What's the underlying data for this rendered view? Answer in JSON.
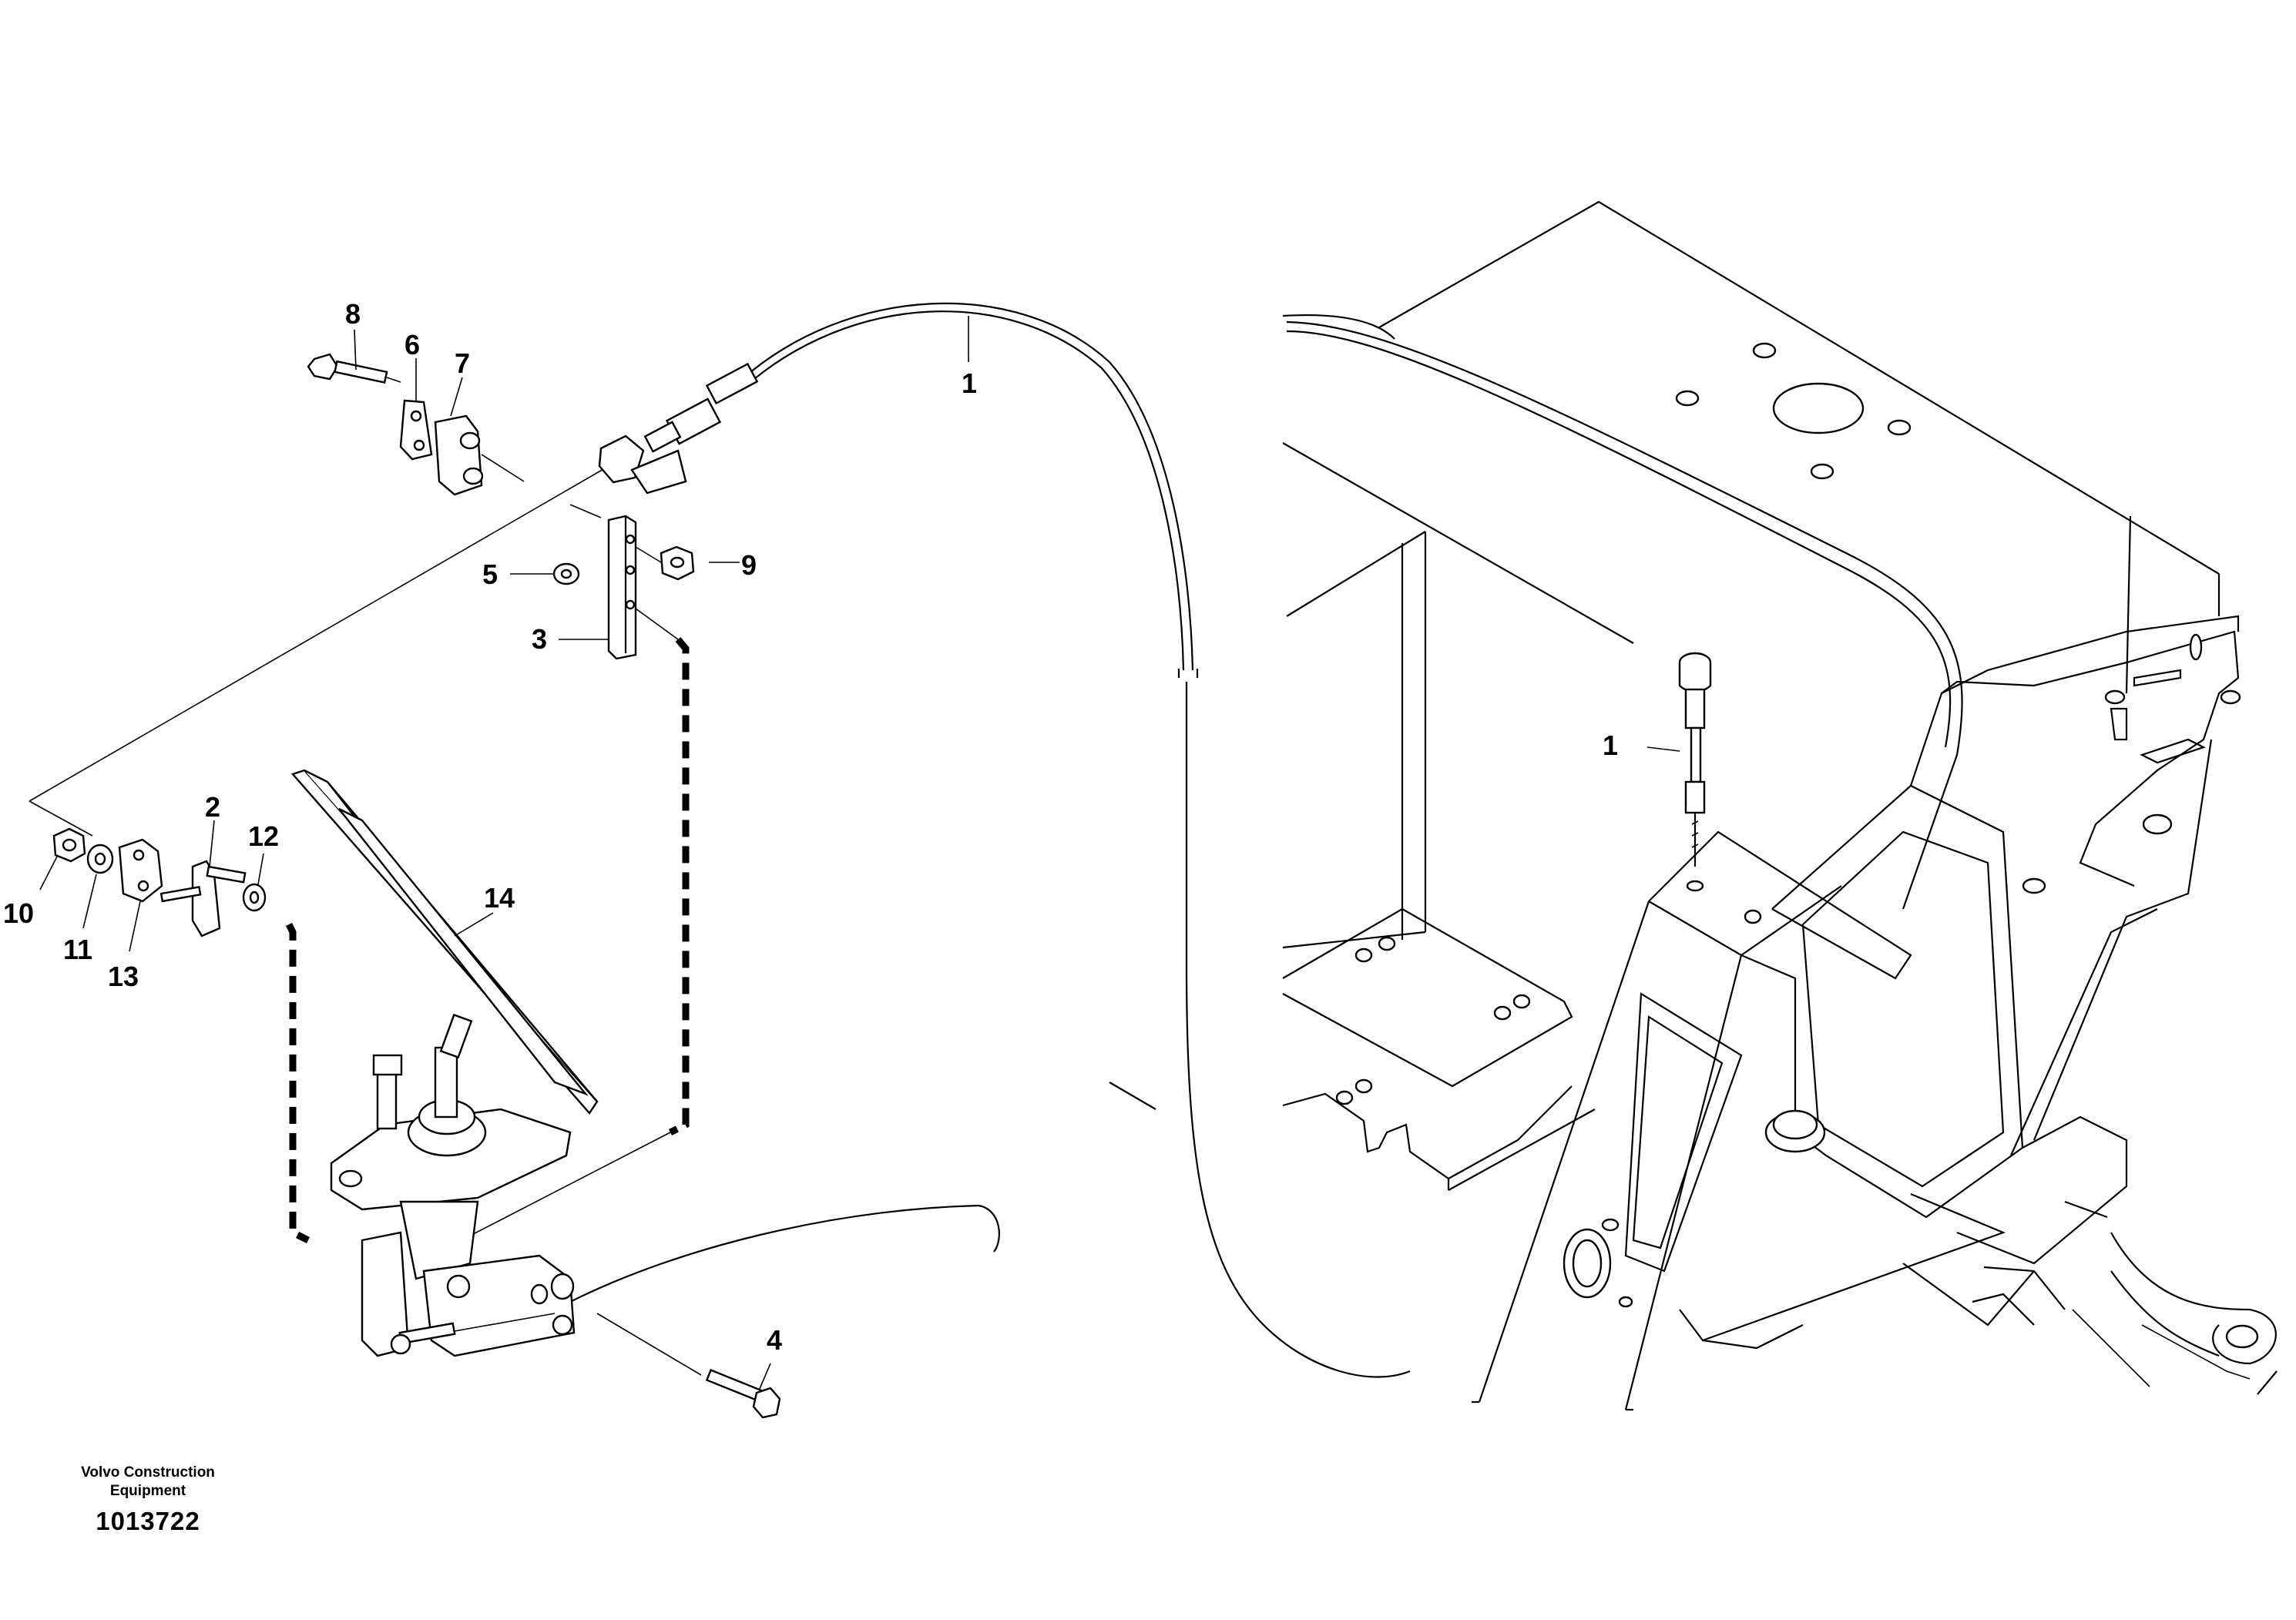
{
  "callouts": {
    "c1_cable": "1",
    "c1_right": "1",
    "c2": "2",
    "c3": "3",
    "c4": "4",
    "c5": "5",
    "c6": "6",
    "c7": "7",
    "c8": "8",
    "c9": "9",
    "c10": "10",
    "c11": "11",
    "c12": "12",
    "c13": "13",
    "c14": "14"
  },
  "footer": {
    "company_line1": "Volvo Construction",
    "company_line2": "Equipment",
    "drawing_number": "1013722"
  }
}
